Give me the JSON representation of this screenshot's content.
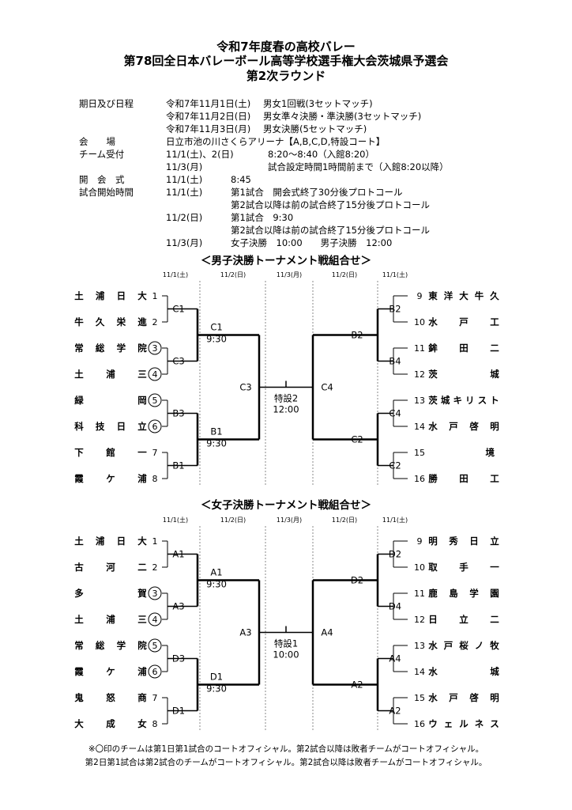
{
  "title": {
    "line1": "令和7年度春の高校バレー",
    "line2": "第78回全日本バレーボール高等学校選手権大会茨城県予選会",
    "line3": "第2次ラウンド"
  },
  "schedule": {
    "label": "期日及び日程",
    "d1": "令和7年11月1日(土)",
    "e1": "男女1回戦(3セットマッチ)",
    "d2": "令和7年11月2日(日)",
    "e2": "男女準々決勝・準決勝(3セットマッチ)",
    "d3": "令和7年11月3日(月)",
    "e3": "男女決勝(5セットマッチ)"
  },
  "venue": {
    "label": "会　　場",
    "value": "日立市池の川さくらアリーナ【A,B,C,D,特設コート】"
  },
  "reception": {
    "label": "チーム受付",
    "r1_date": "11/1(土)、2(日)",
    "r1_time": "8:20～8:40（入館8:20）",
    "r2_date": "11/3(月)",
    "r2_time": "試合設定時間1時間前まで（入館8:20以降）"
  },
  "opening": {
    "label": "開　会　式",
    "date": "11/1(土)",
    "time": "8:45"
  },
  "start": {
    "label": "試合開始時間",
    "d1": "11/1(土)",
    "d1_a": "第1試合　開会式終了30分後プロトコール",
    "d1_b": "第2試合以降は前の試合終了15分後プロトコール",
    "d2": "11/2(日)",
    "d2_a": "第1試合　9:30",
    "d2_b": "第2試合以降は前の試合終了15分後プロトコール",
    "d3": "11/3(月)",
    "d3_a": "女子決勝　10:00　　男子決勝　12:00"
  },
  "date_headers": [
    "11/1(土)",
    "11/2(日)",
    "11/3(月)",
    "11/2(日)",
    "11/1(土)"
  ],
  "men": {
    "heading": "＜男子決勝トーナメント戦組合せ＞",
    "left": [
      {
        "name": "土浦日大",
        "no": "1",
        "circled": false
      },
      {
        "name": "牛久栄進",
        "no": "2",
        "circled": false
      },
      {
        "name": "常総学院",
        "no": "3",
        "circled": true
      },
      {
        "name": "土浦三",
        "no": "4",
        "circled": true
      },
      {
        "name": "緑岡",
        "no": "5",
        "circled": true
      },
      {
        "name": "科技日立",
        "no": "6",
        "circled": true
      },
      {
        "name": "下館一",
        "no": "7",
        "circled": false
      },
      {
        "name": "霞ケ浦",
        "no": "8",
        "circled": false
      }
    ],
    "right": [
      {
        "name": "東洋大牛久",
        "no": "9"
      },
      {
        "name": "水戸工",
        "no": "10"
      },
      {
        "name": "鉾田二",
        "no": "11"
      },
      {
        "name": "茨城",
        "no": "12"
      },
      {
        "name": "茨城キリスト",
        "no": "13"
      },
      {
        "name": "水戸啓明",
        "no": "14"
      },
      {
        "name": "境",
        "no": "15"
      },
      {
        "name": "勝田工",
        "no": "16"
      }
    ],
    "courts": {
      "l1": [
        "C1",
        "C3",
        "B3",
        "B1"
      ],
      "l2": [
        "C1",
        "B1"
      ],
      "l2_time": [
        "9:30",
        "9:30"
      ],
      "l3": "C3",
      "final": "特設2",
      "final_time": "12:00",
      "r3": "C4",
      "r2": [
        "B2",
        "C2"
      ],
      "r1": [
        "B2",
        "B4",
        "C4",
        "C2"
      ]
    }
  },
  "women": {
    "heading": "＜女子決勝トーナメント戦組合せ＞",
    "left": [
      {
        "name": "土浦日大",
        "no": "1",
        "circled": false
      },
      {
        "name": "古河二",
        "no": "2",
        "circled": false
      },
      {
        "name": "多賀",
        "no": "3",
        "circled": true
      },
      {
        "name": "土浦三",
        "no": "4",
        "circled": true
      },
      {
        "name": "常総学院",
        "no": "5",
        "circled": true
      },
      {
        "name": "霞ケ浦",
        "no": "6",
        "circled": true
      },
      {
        "name": "鬼怒商",
        "no": "7",
        "circled": false
      },
      {
        "name": "大成女",
        "no": "8",
        "circled": false
      }
    ],
    "right": [
      {
        "name": "明秀日立",
        "no": "9"
      },
      {
        "name": "取手一",
        "no": "10"
      },
      {
        "name": "鹿島学園",
        "no": "11"
      },
      {
        "name": "日立二",
        "no": "12"
      },
      {
        "name": "水戸桜ノ牧",
        "no": "13"
      },
      {
        "name": "水城",
        "no": "14"
      },
      {
        "name": "水戸啓明",
        "no": "15"
      },
      {
        "name": "ウェルネス",
        "no": "16"
      }
    ],
    "courts": {
      "l1": [
        "A1",
        "A3",
        "D3",
        "D1"
      ],
      "l2": [
        "A1",
        "D1"
      ],
      "l2_time": [
        "9:30",
        "9:30"
      ],
      "l3": "A3",
      "final": "特設1",
      "final_time": "10:00",
      "r3": "A4",
      "r2": [
        "D2",
        "A2"
      ],
      "r1": [
        "D2",
        "D4",
        "A4",
        "A2"
      ]
    }
  },
  "footnotes": {
    "line1": "※〇印のチームは第1日第1試合のコートオフィシャル。第2試合以降は敗者チームがコートオフィシャル。",
    "line2": "第2日第1試合は第2試合のチームがコートオフィシャル。第2試合以降は敗者チームがコートオフィシャル。"
  }
}
